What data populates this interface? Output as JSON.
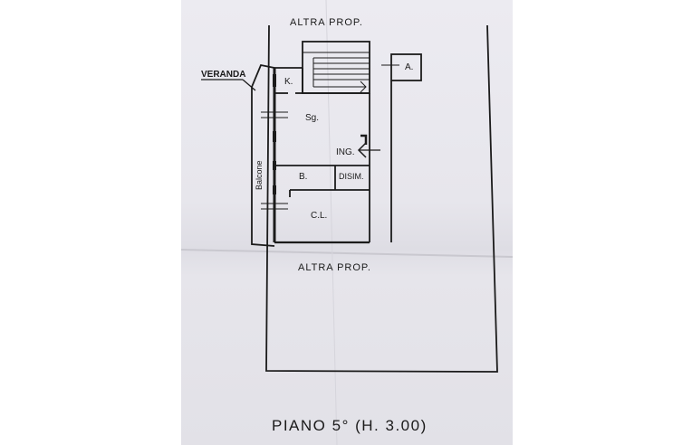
{
  "plan": {
    "labels": {
      "north": "ALTRA PROP.",
      "south": "ALTRA PROP.",
      "veranda": "VERANDA",
      "balcone": "Balcone",
      "kitchen": "K.",
      "living": "Sg.",
      "entrance": "ING.",
      "bath": "B.",
      "hall": "DISIM.",
      "bedroom": "C.L.",
      "lift": "A."
    },
    "caption": "PIANO 5° (H. 3.00)"
  }
}
